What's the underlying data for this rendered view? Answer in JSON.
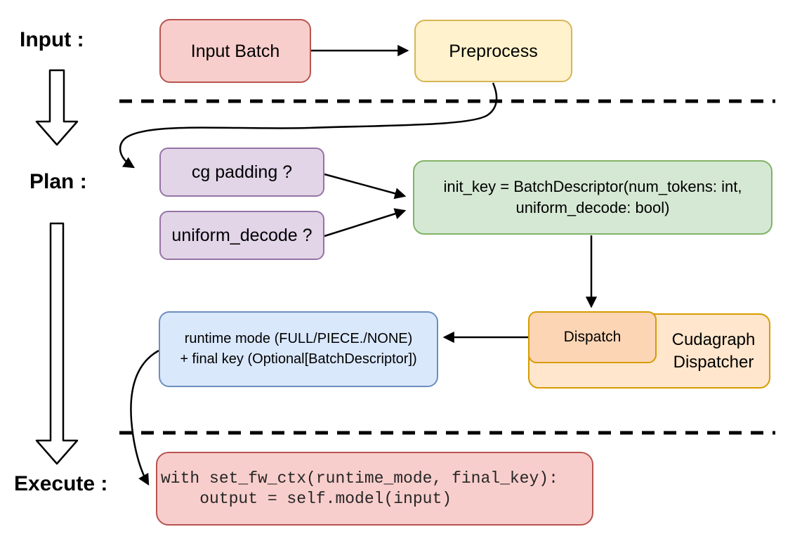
{
  "stage_labels": {
    "input": "Input :",
    "plan": "Plan :",
    "execute": "Execute :"
  },
  "nodes": {
    "input_batch": {
      "label": "Input Batch",
      "fill": "#f8cecc",
      "stroke": "#b85450"
    },
    "preprocess": {
      "label": "Preprocess",
      "fill": "#fff2cc",
      "stroke": "#d6b656"
    },
    "cg_padding": {
      "label": "cg padding ?",
      "fill": "#e1d5e7",
      "stroke": "#9673a6"
    },
    "uniform_decode": {
      "label": "uniform_decode ?",
      "fill": "#e1d5e7",
      "stroke": "#9673a6"
    },
    "init_key": {
      "line1": "init_key = BatchDescriptor(num_tokens: int,",
      "line2": "uniform_decode: bool)",
      "fill": "#d5e8d4",
      "stroke": "#82b366"
    },
    "dispatch": {
      "label": "Dispatch",
      "fill": "#fcd5b5",
      "stroke": "#d79b00"
    },
    "cudagraph_dispatcher": {
      "line1": "Cudagraph",
      "line2": "Dispatcher",
      "fill": "#ffe6cc",
      "stroke": "#d79b00"
    },
    "runtime_mode": {
      "line1": "runtime mode (FULL/PIECE./NONE)",
      "line2": "+ final key (Optional[BatchDescriptor])",
      "fill": "#dae8fc",
      "stroke": "#6c8ebf"
    },
    "execute_code": {
      "line1": "with set_fw_ctx(runtime_mode, final_key):",
      "line2": "    output = self.model(input)",
      "fill": "#f8cecc",
      "stroke": "#b85450"
    }
  },
  "connector_color": "#000000"
}
